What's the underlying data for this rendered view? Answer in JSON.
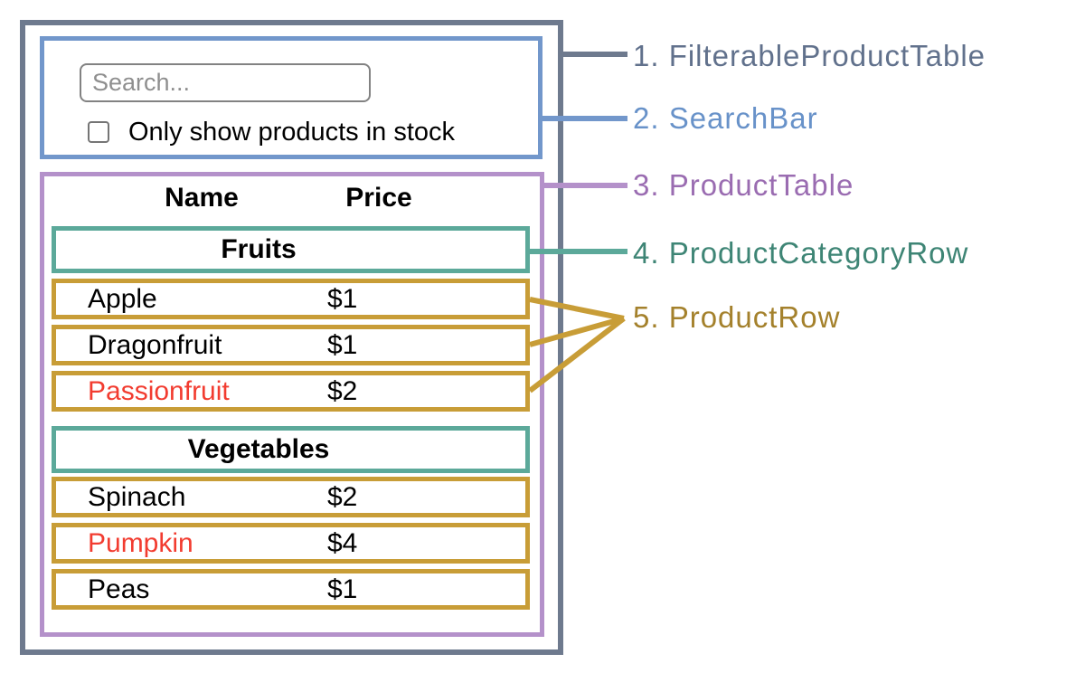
{
  "legend": {
    "items": [
      {
        "label": "1. FilterableProductTable",
        "color": "#61718c"
      },
      {
        "label": "2. SearchBar",
        "color": "#6892c9"
      },
      {
        "label": "3. ProductTable",
        "color": "#9a6cb1"
      },
      {
        "label": "4. ProductCategoryRow",
        "color": "#3e8575"
      },
      {
        "label": "5. ProductRow",
        "color": "#a4812c"
      }
    ]
  },
  "colors": {
    "filterable_product_table_border": "#6e7a8e",
    "search_bar_border": "#7297cb",
    "product_table_border": "#b491ca",
    "product_category_row_border": "#5ca99a",
    "product_row_border": "#c89d37",
    "out_of_stock_text": "#f23c30"
  },
  "search_bar": {
    "placeholder": "Search...",
    "checkbox_label": "Only show products in stock",
    "checkbox_checked": false
  },
  "product_table": {
    "columns": [
      "Name",
      "Price"
    ],
    "sections": [
      {
        "category": "Fruits",
        "rows": [
          {
            "name": "Apple",
            "price": "$1",
            "out_of_stock": false
          },
          {
            "name": "Dragonfruit",
            "price": "$1",
            "out_of_stock": false
          },
          {
            "name": "Passionfruit",
            "price": "$2",
            "out_of_stock": true
          }
        ]
      },
      {
        "category": "Vegetables",
        "rows": [
          {
            "name": "Spinach",
            "price": "$2",
            "out_of_stock": false
          },
          {
            "name": "Pumpkin",
            "price": "$4",
            "out_of_stock": true
          },
          {
            "name": "Peas",
            "price": "$1",
            "out_of_stock": false
          }
        ]
      }
    ]
  }
}
